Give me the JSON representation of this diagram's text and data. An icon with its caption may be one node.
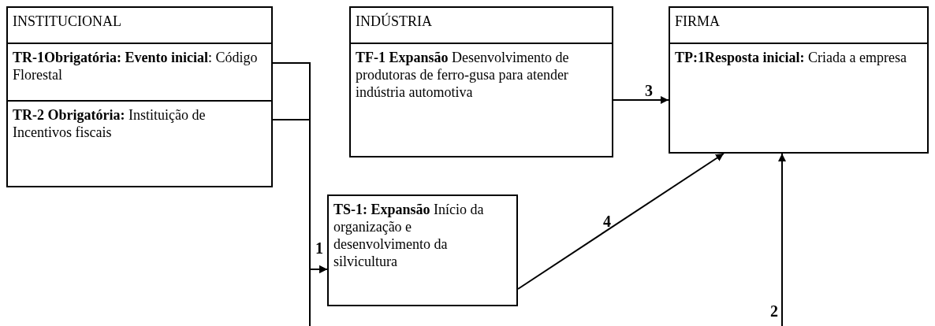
{
  "diagram": {
    "nodes": [
      {
        "text": [
          "INSTITUCIONAL"
        ]
      },
      {
        "text": [
          "**TR-1Obrigatória: Evento inicial**: Código Florestal"
        ]
      },
      {
        "text": [
          "**TR-2 Obrigatória:** Instituição de Incentivos fiscais"
        ]
      },
      {
        "text": [
          "INDÚSTRIA"
        ]
      },
      {
        "text": [
          "**TF-1 Expansão** Desenvolvimento de produtoras de ferro-gusa para atender indústria automotiva"
        ]
      },
      {
        "text": [
          "FIRMA"
        ]
      },
      {
        "text": [
          "**TP:1Resposta inicial:** Criada a empresa"
        ]
      },
      {
        "text": [
          "**TS-1: Expansão** Início da organização e desenvolvimento da silvicultura"
        ]
      }
    ],
    "edges": [
      {
        "from": 1,
        "to": 7,
        "arrow": "to",
        "label": "1"
      },
      {
        "from": 2,
        "to": 7,
        "arrow": "to"
      },
      {
        "from": null,
        "to": 6,
        "arrow": "to",
        "label": "2"
      },
      {
        "from": 4,
        "to": 6,
        "arrow": "to",
        "label": "3"
      },
      {
        "from": 7,
        "to": 6,
        "arrow": "to",
        "label": "4"
      }
    ]
  }
}
